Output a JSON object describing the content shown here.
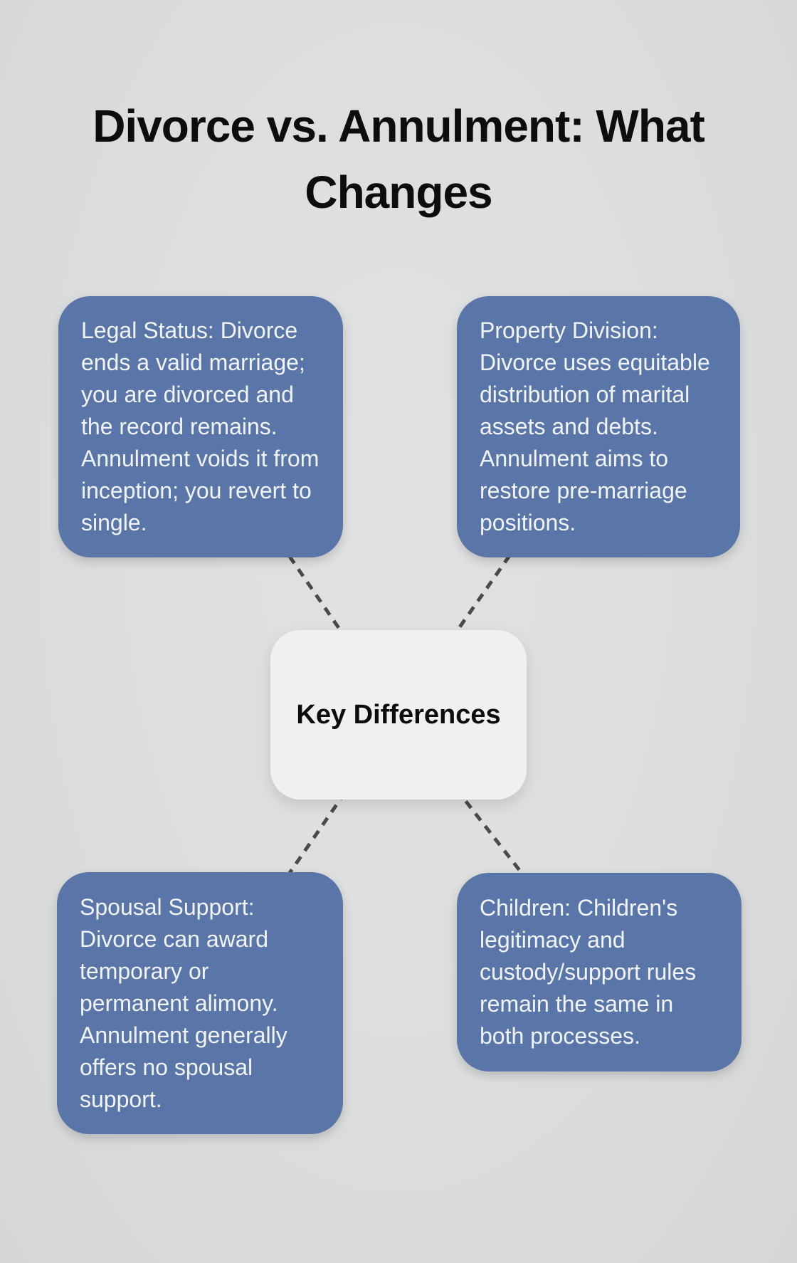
{
  "title": "Divorce vs. Annulment: What Changes",
  "center": {
    "label": "Key Differences"
  },
  "boxes": [
    {
      "id": "legal-status",
      "position": "top-left",
      "text": "Legal Status: Divorce ends a valid marriage; you are divorced and the record remains. Annulment voids it from inception; you revert to single."
    },
    {
      "id": "property-division",
      "position": "top-right",
      "text": "Property Division: Divorce uses equitable distribution of marital assets and debts. Annulment aims to restore pre-marriage positions."
    },
    {
      "id": "spousal-support",
      "position": "bottom-left",
      "text": "Spousal Support: Divorce can award temporary or permanent alimony. Annulment generally offers no spousal support."
    },
    {
      "id": "children",
      "position": "bottom-right",
      "text": "Children: Children's legitimacy and custody/support rules remain the same in both processes."
    }
  ],
  "colors": {
    "background": "#dcdddd",
    "box_fill": "#5a76a8",
    "box_text": "#f1f4f9",
    "center_fill": "#eff0f2",
    "center_text": "#0d0d0d",
    "title_text": "#0d0d0d",
    "connector": "#4a4a4a"
  }
}
